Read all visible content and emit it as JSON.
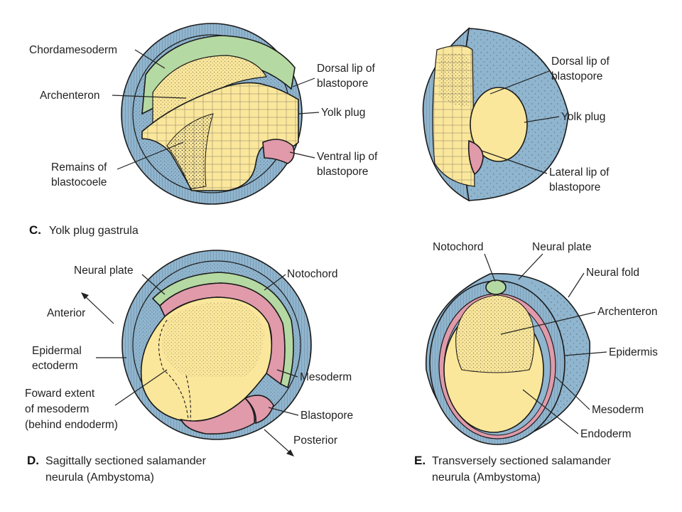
{
  "colors": {
    "epidermis_blue": "#8fb5cf",
    "yolk_yellow": "#fbe79b",
    "mesoderm_pink": "#e09aaa",
    "chordamesoderm_green": "#b5d9a2",
    "outline": "#1a1a1a"
  },
  "panel_c": {
    "caption_letter": "C.",
    "caption_text": "Yolk plug gastrula",
    "labels": {
      "chordamesoderm": "Chordamesoderm",
      "archenteron": "Archenteron",
      "remains_1": "Remains of",
      "remains_2": "blastocoele",
      "dorsal_lip_1": "Dorsal lip of",
      "dorsal_lip_2": "blastopore",
      "yolk_plug": "Yolk plug",
      "ventral_lip_1": "Ventral lip of",
      "ventral_lip_2": "blastopore"
    },
    "right_labels": {
      "dorsal_lip_1": "Dorsal lip of",
      "dorsal_lip_2": "blastopore",
      "yolk_plug": "Yolk plug",
      "lateral_lip_1": "Lateral lip of",
      "lateral_lip_2": "blastopore"
    }
  },
  "panel_d": {
    "caption_letter": "D.",
    "caption_line1": "Sagittally sectioned salamander",
    "caption_line2": "neurula (Ambystoma)",
    "labels": {
      "neural_plate": "Neural plate",
      "notochord": "Notochord",
      "anterior": "Anterior",
      "epidermal_1": "Epidermal",
      "epidermal_2": "ectoderm",
      "mesoderm": "Mesoderm",
      "foward_1": "Foward extent",
      "foward_2": "of mesoderm",
      "foward_3": "(behind endoderm)",
      "blastopore": "Blastopore",
      "posterior": "Posterior"
    }
  },
  "panel_e": {
    "caption_letter": "E.",
    "caption_line1": "Transversely sectioned salamander",
    "caption_line2": "neurula (Ambystoma)",
    "labels": {
      "notochord": "Notochord",
      "neural_plate": "Neural plate",
      "neural_fold": "Neural fold",
      "archenteron": "Archenteron",
      "epidermis": "Epidermis",
      "mesoderm": "Mesoderm",
      "endoderm": "Endoderm"
    }
  }
}
